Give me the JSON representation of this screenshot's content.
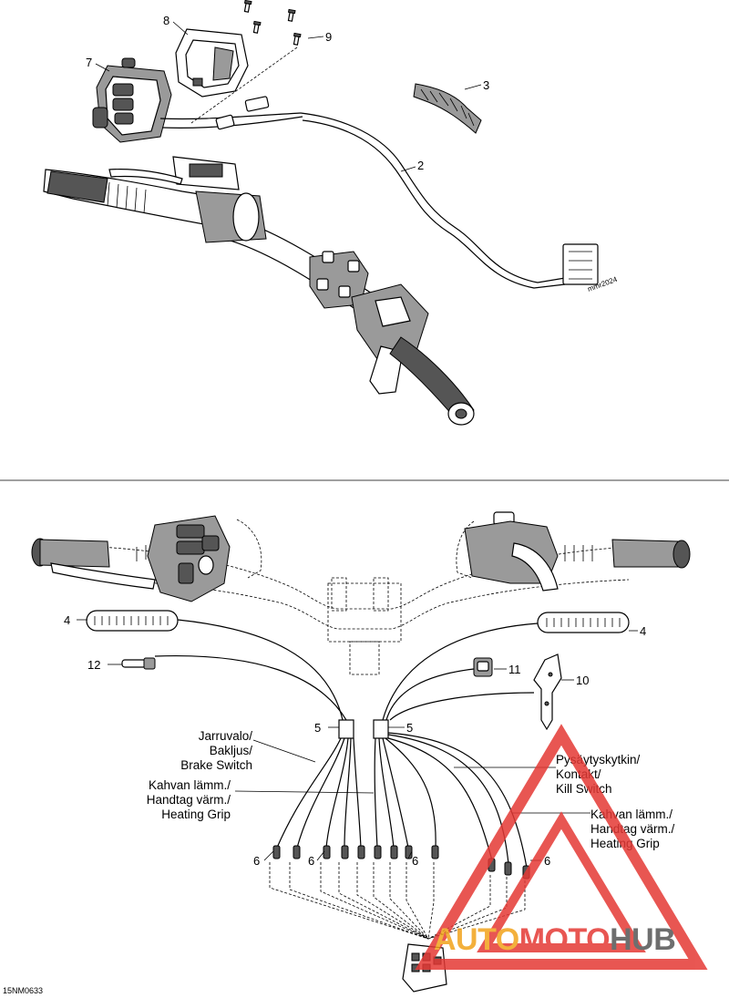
{
  "callouts": {
    "c1": "8",
    "c2": "9",
    "c3": "7",
    "c4": "3",
    "c5": "2",
    "c6": "4",
    "c7": "4",
    "c8": "12",
    "c9": "11",
    "c10": "10",
    "c11": "5",
    "c12": "5",
    "c13": "6",
    "c14": "6",
    "c15": "6",
    "c16": "6"
  },
  "labels": {
    "brake": [
      "Jarruvalo/",
      "Bakljus/",
      "Brake Switch"
    ],
    "heating_left": [
      "Kahvan lämm./",
      "Handtag värm./",
      "Heating Grip"
    ],
    "kill": [
      "Pysäytyskytkin/",
      "Kontakt/",
      "Kill Switch"
    ],
    "heating_right": [
      "Kahvan lämm./",
      "Handtag värm./",
      "Heating Grip"
    ]
  },
  "reference_code": "15NM0633",
  "small_ref": "mmr2024",
  "watermark": {
    "part1": "AUTO",
    "part2": "MOTO",
    "part3": "HUB",
    "color_orange": "#f2a31b",
    "color_red": "#e53935",
    "color_gray": "#555555"
  }
}
